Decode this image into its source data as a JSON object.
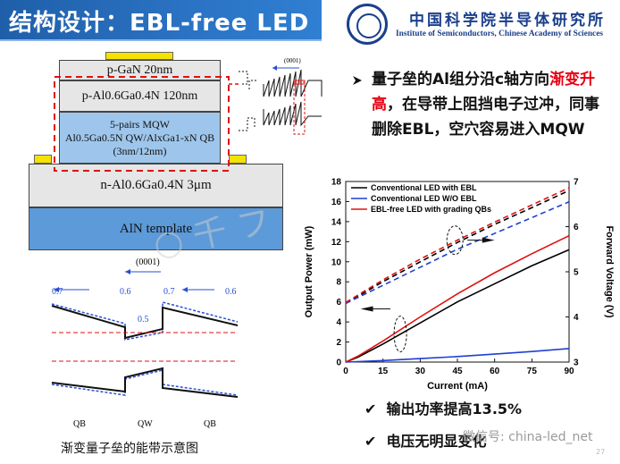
{
  "header": {
    "title": "结构设计：EBL-free LED",
    "institute_cn": "中国科学院半导体研究所",
    "institute_en": "Institute of Semiconductors, Chinese Academy of Sciences"
  },
  "structure": {
    "layers": [
      {
        "id": "pgan",
        "label": "p-GaN 20nm"
      },
      {
        "id": "palgan",
        "label": "p-Al0.6Ga0.4N 120nm"
      },
      {
        "id": "mqw_title",
        "label": "5-pairs MQW"
      },
      {
        "id": "mqw_composition",
        "label": "Al0.5Ga0.5N QW/AlxGa1-xN QB"
      },
      {
        "id": "mqw_thickness",
        "label": "(3nm/12nm)"
      },
      {
        "id": "nalgan",
        "label": "n-Al0.6Ga0.4N 3μm"
      },
      {
        "id": "template",
        "label": "AlN template"
      }
    ]
  },
  "small_band_diagram": {
    "direction_label": "(0001)"
  },
  "band_diagram": {
    "direction_label": "(0001)",
    "values": [
      "0.7",
      "0.6",
      "0.5",
      "0.7",
      "0.6"
    ],
    "regions": [
      "QB",
      "QW",
      "QB"
    ],
    "caption": "渐变量子垒的能带示意图"
  },
  "bullet": {
    "part1": "量子垒的Al组分沿c轴方向",
    "part2_red": "渐变升高",
    "part3": "，在导带上阻挡电子过冲，同事删除EBL，空穴容易进入MQW"
  },
  "results": {
    "item1": "输出功率提高13.5%",
    "item2": "电压无明显变化",
    "check_icon": "check-icon",
    "bullet_icon": "arrow-bullet-icon"
  },
  "footer": {
    "watermark_text": "微信号: china-led_net",
    "page_number": "27"
  },
  "chart_data": {
    "type": "line",
    "xlabel": "Current (mA)",
    "ylabel": "Output Power (mW)",
    "y2label": "Forward Voltage (V)",
    "xlim": [
      0,
      90
    ],
    "ylim": [
      0,
      18
    ],
    "y2lim": [
      3,
      7
    ],
    "xticks": [
      0,
      15,
      30,
      45,
      60,
      75,
      90
    ],
    "yticks": [
      0,
      2,
      4,
      6,
      8,
      10,
      12,
      14,
      16,
      18
    ],
    "y2ticks": [
      3,
      4,
      5,
      6,
      7
    ],
    "legend": "top-left",
    "series": [
      {
        "name": "Conventional LED with EBL",
        "color": "#000000",
        "axis": "left",
        "style": "solid",
        "x": [
          0,
          5,
          15,
          30,
          45,
          60,
          75,
          90
        ],
        "y": [
          0,
          0.5,
          1.8,
          3.9,
          6.0,
          7.8,
          9.6,
          11.2
        ]
      },
      {
        "name": "Conventional LED W/O EBL",
        "color": "#1f3fd0",
        "axis": "left",
        "style": "solid",
        "x": [
          0,
          15,
          30,
          45,
          60,
          75,
          90
        ],
        "y": [
          0,
          0.15,
          0.35,
          0.55,
          0.8,
          1.05,
          1.35
        ]
      },
      {
        "name": "EBL-free LED with grading QBs",
        "color": "#e01010",
        "axis": "left",
        "style": "solid",
        "x": [
          0,
          5,
          15,
          30,
          45,
          60,
          75,
          90
        ],
        "y": [
          0,
          0.6,
          2.1,
          4.5,
          6.8,
          8.9,
          10.8,
          12.6
        ]
      },
      {
        "name": "",
        "color": "#000000",
        "axis": "right",
        "style": "dashed",
        "x": [
          0,
          15,
          30,
          45,
          60,
          75,
          90
        ],
        "y": [
          4.3,
          4.78,
          5.22,
          5.65,
          6.05,
          6.42,
          6.8
        ]
      },
      {
        "name": "",
        "color": "#1f3fd0",
        "axis": "right",
        "style": "dashed",
        "x": [
          0,
          15,
          30,
          45,
          60,
          75,
          90
        ],
        "y": [
          4.3,
          4.7,
          5.1,
          5.5,
          5.85,
          6.2,
          6.55
        ]
      },
      {
        "name": "",
        "color": "#e01010",
        "axis": "right",
        "style": "dashed",
        "x": [
          0,
          15,
          30,
          45,
          60,
          75,
          90
        ],
        "y": [
          4.32,
          4.82,
          5.28,
          5.7,
          6.1,
          6.48,
          6.86
        ]
      }
    ]
  },
  "colors": {
    "title_bg": "#2b73c4",
    "layer_gray": "#e6e6e6",
    "layer_blue": "#9ec6ec",
    "template_blue": "#5c9ad9",
    "contact_yellow": "#f5e200",
    "accent_red": "#e60012",
    "institute_blue": "#1b3f8c"
  }
}
